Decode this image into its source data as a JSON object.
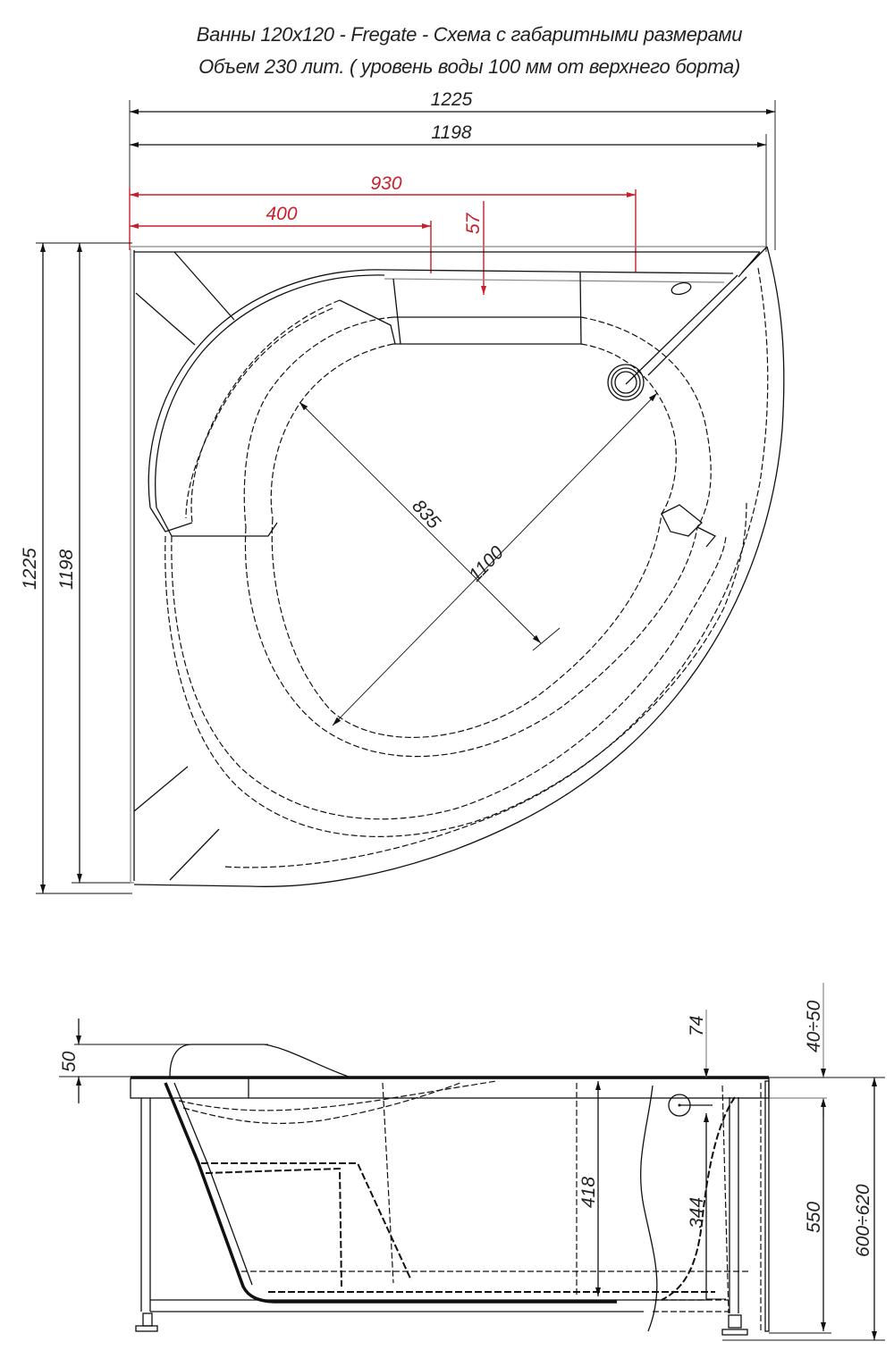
{
  "header": {
    "title": "Ванны 120x120 - Fregate - Схема с габаритными размерами",
    "subtitle": "Объем 230 лит. ( уровень воды 100 мм от верхнего борта)"
  },
  "colors": {
    "line": "#111111",
    "accent_dimension": "#c8202a",
    "background": "#ffffff"
  },
  "top_view": {
    "dimensions": {
      "overall_width": "1225",
      "inner_width": "1198",
      "overall_height": "1225",
      "inner_height": "1198",
      "offset_930": "930",
      "offset_400": "400",
      "rim_57": "57",
      "bowl_835": "835",
      "diagonal_1100": "1100"
    }
  },
  "side_view": {
    "dimensions": {
      "headrest_50": "50",
      "overflow_74": "74",
      "adjust_40_50": "40÷50",
      "depth_418": "418",
      "overflow_height_344": "344",
      "frame_550": "550",
      "total_height": "600÷620"
    }
  }
}
